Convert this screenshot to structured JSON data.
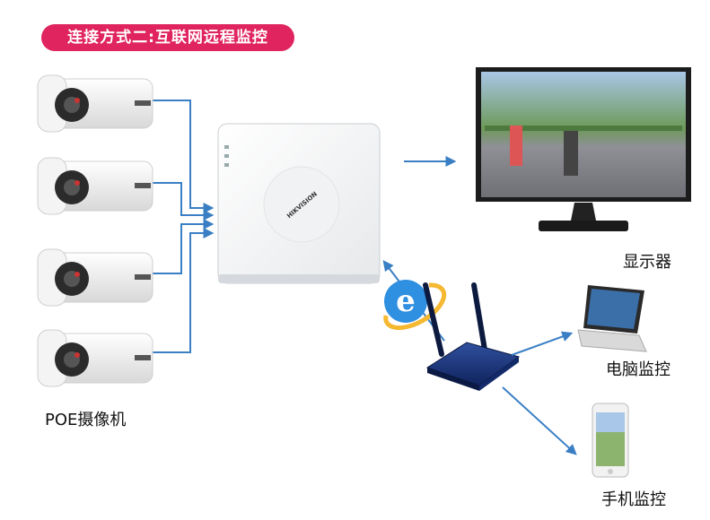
{
  "title_badge": "连接方式二:互联网远程监控",
  "labels": {
    "cameras": "POE摄像机",
    "monitor": "显示器",
    "laptop": "电脑监控",
    "phone": "手机监控"
  },
  "nvr_brand": "HIKVISION",
  "colors": {
    "badge": "#e0245f",
    "link_line": "#3a7fc4"
  }
}
